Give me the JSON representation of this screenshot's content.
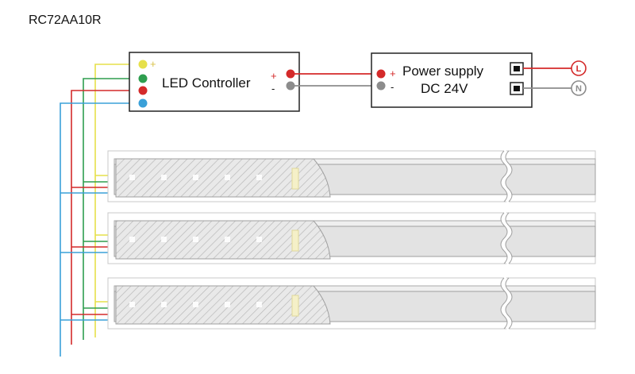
{
  "model": "RC72AA10R",
  "controller": {
    "label": "LED Controller",
    "plus": "+",
    "minus": "-"
  },
  "power_supply": {
    "line1": "Power supply",
    "line2": "DC 24V",
    "plus": "+",
    "minus": "-"
  },
  "mains": {
    "live": "L",
    "neutral": "N"
  },
  "wire_colors": {
    "yellow": "#e6e04a",
    "green": "#2e9e4f",
    "red": "#d42a2a",
    "blue": "#3aa0d8",
    "grey": "#8c8c8c",
    "live": "#d42a2a",
    "neutral": "#8c8c8c"
  },
  "strip_count": 3
}
